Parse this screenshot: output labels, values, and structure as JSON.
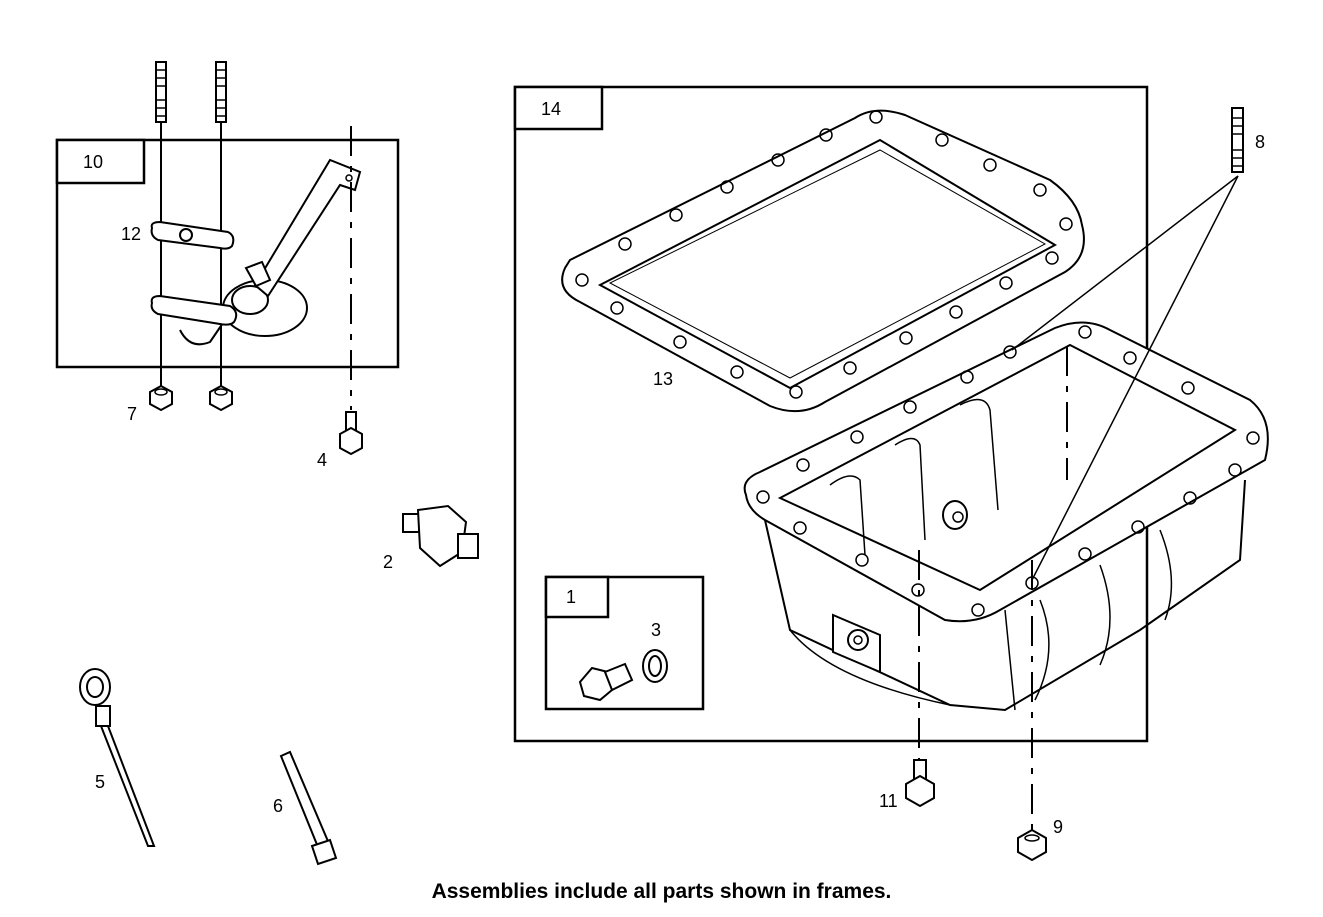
{
  "caption": "Assemblies include all parts shown in frames.",
  "frames": {
    "frame_10": "10",
    "frame_14": "14",
    "frame_1": "1"
  },
  "callouts": {
    "c2": "2",
    "c3": "3",
    "c4": "4",
    "c5": "5",
    "c6": "6",
    "c7": "7",
    "c8": "8",
    "c9": "9",
    "c11": "11",
    "c12": "12",
    "c13": "13"
  }
}
